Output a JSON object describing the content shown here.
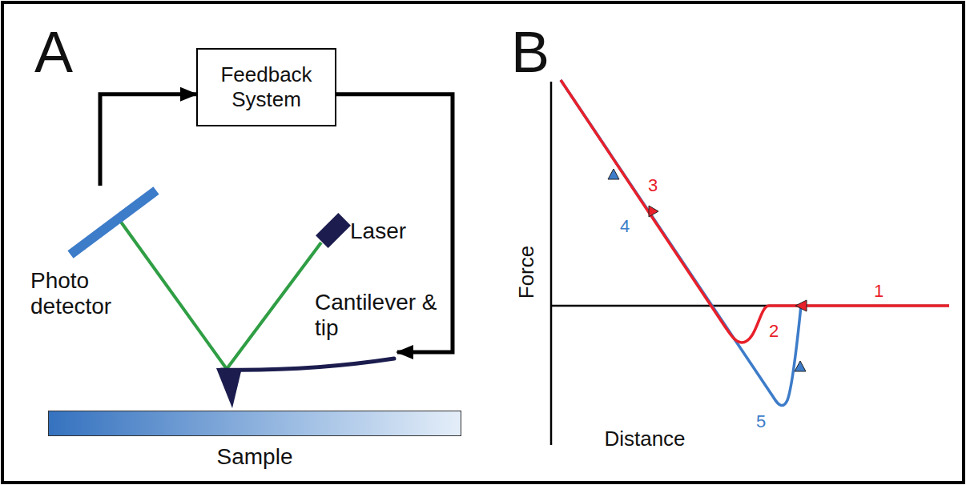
{
  "diagram": {
    "nodes": [
      {
        "text": [
          "Feedback System"
        ]
      },
      {
        "text": [
          "Photo detector"
        ]
      },
      {
        "text": [
          "Laser"
        ]
      },
      {
        "text": [
          "Cantilever & tip"
        ]
      },
      {
        "text": [
          "Sample"
        ]
      }
    ],
    "edges": [
      {
        "from": 1,
        "to": 0,
        "arrow": "to"
      },
      {
        "from": 0,
        "to": 3,
        "arrow": "to"
      },
      {
        "from": 2,
        "to": 3,
        "arrow": "none"
      },
      {
        "from": 3,
        "to": 1,
        "arrow": "none"
      }
    ],
    "labels": [
      "A",
      "B",
      "Force",
      "Distance",
      "1",
      "2",
      "3",
      "4",
      "5"
    ]
  }
}
